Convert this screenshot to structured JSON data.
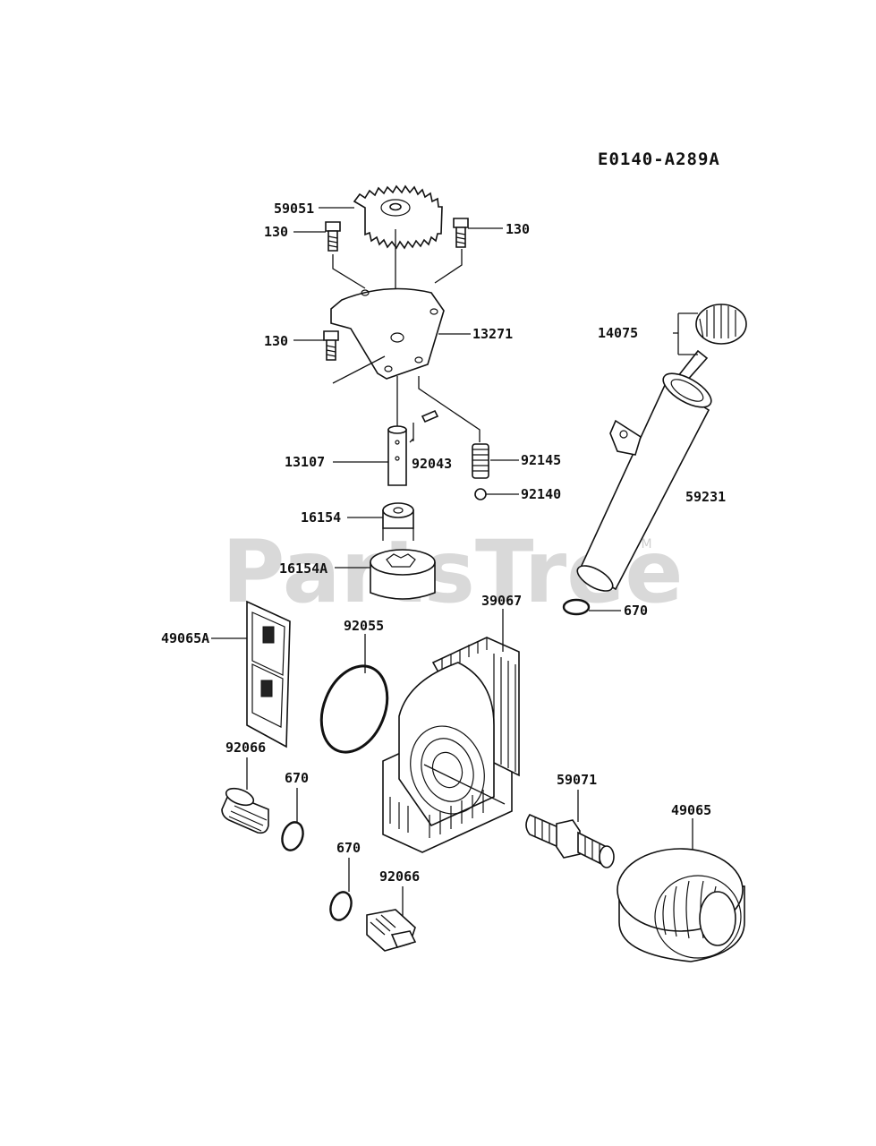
{
  "diagram_code": "E0140-A289A",
  "watermark": {
    "text": "PartsTree",
    "tm": "TM"
  },
  "labels": {
    "p59051": "59051",
    "p130a": "130",
    "p130b": "130",
    "p130c": "130",
    "p13271": "13271",
    "p14075": "14075",
    "p13107": "13107",
    "p92043": "92043",
    "p92145": "92145",
    "p92140": "92140",
    "p59231": "59231",
    "p16154": "16154",
    "p16154A": "16154A",
    "p670a": "670",
    "p39067": "39067",
    "p49065A": "49065A",
    "p92055": "92055",
    "p92066a": "92066",
    "p670b": "670",
    "p59071": "59071",
    "p49065": "49065",
    "p670c": "670",
    "p92066b": "92066"
  }
}
